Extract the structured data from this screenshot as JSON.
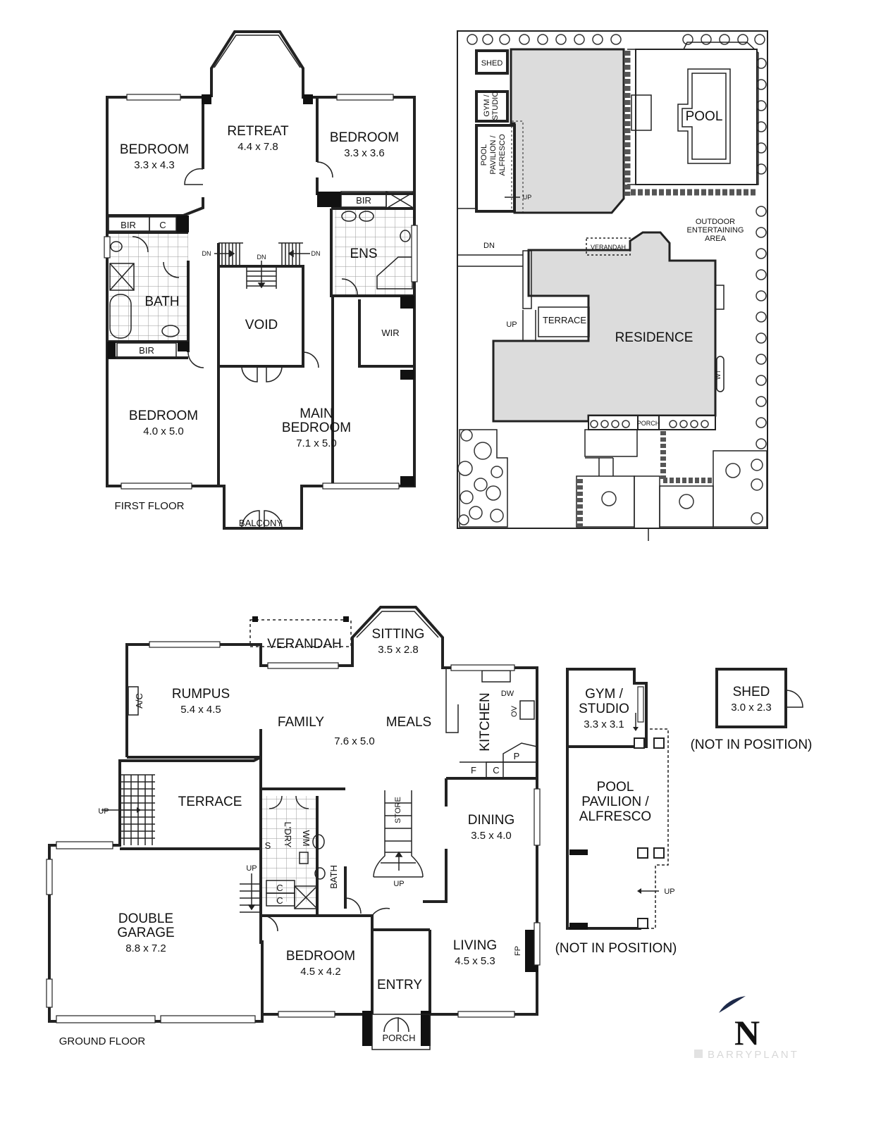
{
  "first_floor": {
    "caption": "FIRST FLOOR",
    "retreat": {
      "name": "RETREAT",
      "size": "4.4 x 7.8"
    },
    "bedroom_nw": {
      "name": "BEDROOM",
      "size": "3.3 x 4.3"
    },
    "bedroom_ne": {
      "name": "BEDROOM",
      "size": "3.3 x 3.6"
    },
    "bedroom_sw": {
      "name": "BEDROOM",
      "size": "4.0 x 5.0"
    },
    "main_bedroom": {
      "name_line1": "MAIN",
      "name_line2": "BEDROOM",
      "size": "7.1 x 5.0"
    },
    "bath": "BATH",
    "ens": "ENS",
    "wir": "WIR",
    "void": "VOID",
    "balcony": "BALCONY",
    "bir_top_left": "BIR",
    "bir_bottom_left": "BIR",
    "bir_right": "BIR",
    "cupboard": "C",
    "dn_left": "DN",
    "dn_center": "DN",
    "dn_right": "DN"
  },
  "site_plan": {
    "shed": "SHED",
    "gym_line1": "GYM /",
    "gym_line2": "STUDIO",
    "pavilion_line1": "POOL",
    "pavilion_line2": "PAVILION /",
    "pavilion_line3": "ALFRESCO",
    "pool": "POOL",
    "up_pavilion": "UP",
    "dn": "DN",
    "outdoor_line1": "OUTDOOR",
    "outdoor_line2": "ENTERTAINING",
    "outdoor_line3": "AREA",
    "verandah": "VERANDAH",
    "terrace": "TERRACE",
    "up_terrace": "UP",
    "residence": "RESIDENCE",
    "porch": "PORCH",
    "wt": "WT"
  },
  "ground_floor": {
    "caption": "GROUND FLOOR",
    "verandah": "VERANDAH",
    "sitting": {
      "name": "SITTING",
      "size": "3.5 x 2.8"
    },
    "rumpus": {
      "name": "RUMPUS",
      "size": "5.4 x 4.5"
    },
    "ac": "A/C",
    "family": "FAMILY",
    "meals": "MEALS",
    "family_meals_size": "7.6 x 5.0",
    "kitchen": "KITCHEN",
    "dw": "DW",
    "ov": "OV",
    "f": "F",
    "c_kitchen": "C",
    "p": "P",
    "terrace": "TERRACE",
    "up_terrace": "UP",
    "store": "STORE",
    "ldry": "L'DRY",
    "wm": "WM",
    "s": "S",
    "bath": "BATH",
    "c1": "C",
    "c2": "C",
    "up_garage": "UP",
    "up_stairs": "UP",
    "dining": {
      "name": "DINING",
      "size": "3.5 x 4.0"
    },
    "double_garage": {
      "name_line1": "DOUBLE",
      "name_line2": "GARAGE",
      "size": "8.8 x 7.2"
    },
    "bedroom": {
      "name": "BEDROOM",
      "size": "4.5 x 4.2"
    },
    "entry": "ENTRY",
    "living": {
      "name": "LIVING",
      "size": "4.5 x 5.3"
    },
    "fp": "FP",
    "porch": "PORCH"
  },
  "gym_detail": {
    "name_line1": "GYM /",
    "name_line2": "STUDIO",
    "size": "3.3 x 3.1",
    "pavilion_line1": "POOL",
    "pavilion_line2": "PAVILION /",
    "pavilion_line3": "ALFRESCO",
    "up": "UP",
    "note": "(NOT IN POSITION)"
  },
  "shed_detail": {
    "name": "SHED",
    "size": "3.0 x 2.3",
    "note": "(NOT IN POSITION)"
  },
  "north_mark": "N",
  "watermark": "BARRYPLANT"
}
